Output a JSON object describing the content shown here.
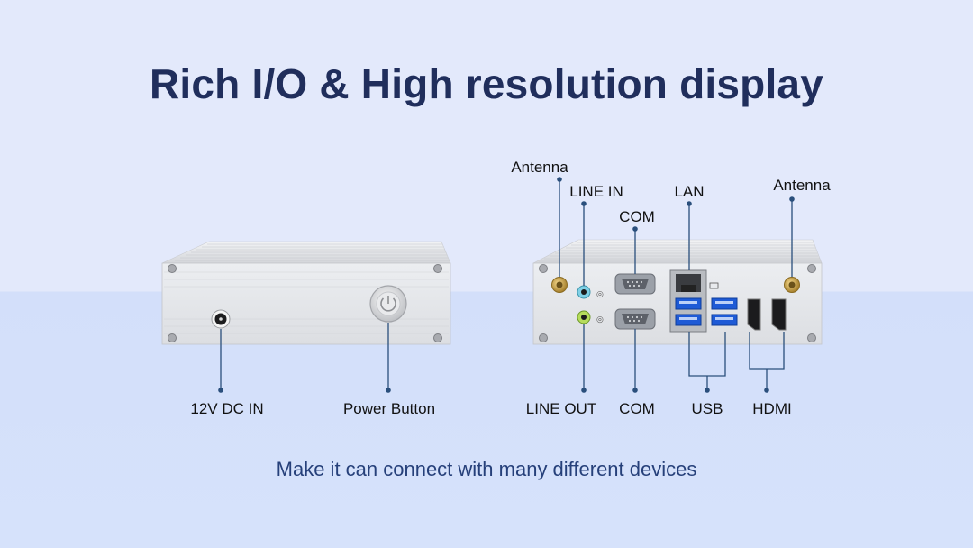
{
  "title": "Rich I/O & High resolution display",
  "subtitle": "Make it can connect with many different devices",
  "front_labels": {
    "dc_in": "12V DC IN",
    "power_button": "Power Button"
  },
  "rear_labels": {
    "antenna_left": "Antenna",
    "line_in": "LINE IN",
    "com_top": "COM",
    "lan": "LAN",
    "antenna_right": "Antenna",
    "line_out": "LINE OUT",
    "com_bottom": "COM",
    "usb": "USB",
    "hdmi": "HDMI"
  },
  "colors": {
    "title": "#202e5c",
    "subtitle": "#26407a",
    "callout_line": "#2a4f7c",
    "chassis": "#e6e7ea"
  }
}
